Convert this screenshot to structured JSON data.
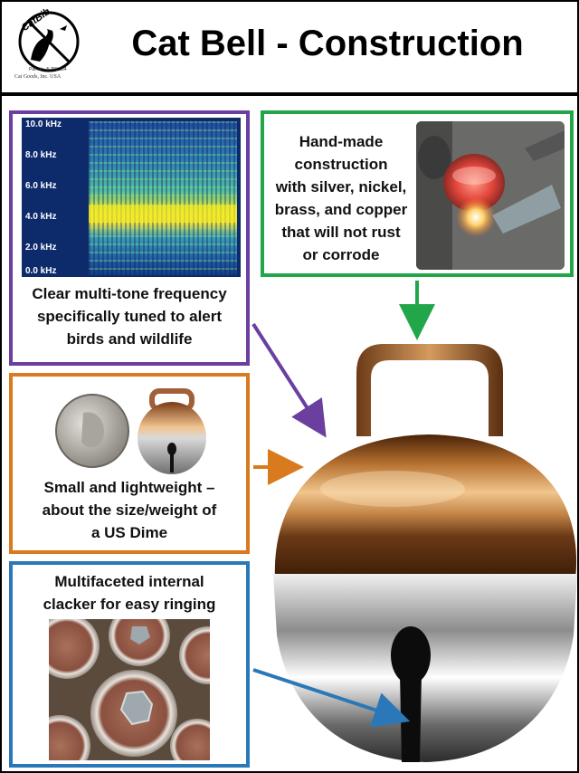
{
  "header": {
    "title": "Cat Bell - Construction",
    "logo_text": "CatBib",
    "logo_patent": "Pat. No. 5,755,184",
    "logo_company": "Cat Goods, Inc. USA"
  },
  "panels": {
    "frequency": {
      "caption_lines": [
        "Clear multi-tone frequency",
        "specifically tuned to alert",
        "birds and wildlife"
      ],
      "ticks": [
        "10.0 kHz",
        "8.0 kHz",
        "6.0 kHz",
        "4.0 kHz",
        "2.0 kHz",
        "0.0 kHz"
      ]
    },
    "handmade": {
      "caption_lines": [
        "Hand-made",
        "construction",
        "with silver, nickel,",
        "brass, and copper",
        "that will not rust",
        "or corrode"
      ]
    },
    "size": {
      "caption_lines": [
        "Small and lightweight –",
        "about the size/weight of",
        "a US Dime"
      ]
    },
    "clacker": {
      "caption_lines": [
        "Multifaceted internal",
        "clacker for easy ringing"
      ]
    }
  },
  "colors": {
    "purple": "#6b3fa0",
    "green": "#22a64a",
    "orange": "#d97a1e",
    "blue": "#2a78b7"
  }
}
